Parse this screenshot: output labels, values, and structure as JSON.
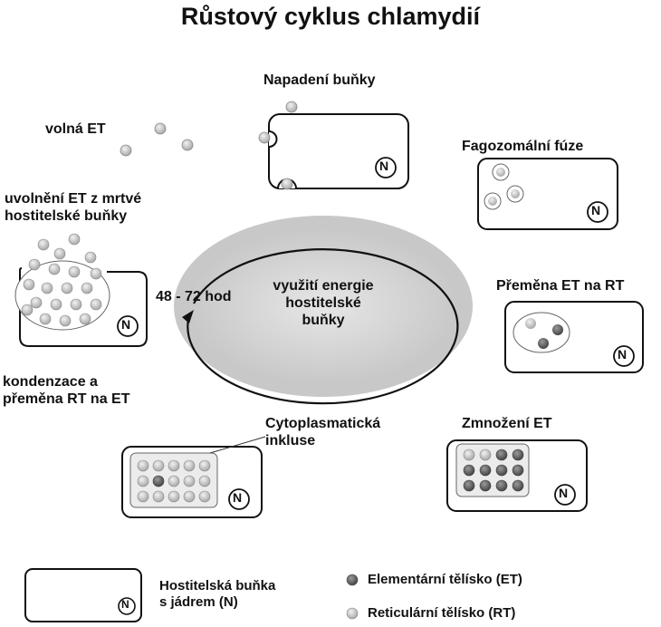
{
  "title": "Růstový cyklus chlamydií",
  "cycle": {
    "center_text": [
      "využití energie",
      "hostitelské",
      "buňky"
    ],
    "duration": "48 - 72 hod"
  },
  "nucleus_label": "N",
  "stages": {
    "free_et": "volná ET",
    "attack": "Napadení buňky",
    "fusion": "Fagozomální fúze",
    "transform": "Přeměna ET na RT",
    "multiply": "Zmnožení ET",
    "inclusion": [
      "Cytoplasmatická",
      "inkluse"
    ],
    "condense": [
      "kondenzace a",
      "přeměna RT na ET"
    ],
    "release": [
      "uvolnění ET z mrtvé",
      "hostitelské buňky"
    ]
  },
  "legend": {
    "host_cell": [
      "Hostitelská buňka",
      "s jádrem (N)"
    ],
    "et": "Elementární tělísko (ET)",
    "rt": "Reticulární tělísko (RT)"
  },
  "colors": {
    "ring": "#c8c8c8",
    "et_dot": "#6e6e6e",
    "rt_dot": "#c4c4c4",
    "inclusion_fill": "#ececec",
    "outline": "#111111"
  }
}
